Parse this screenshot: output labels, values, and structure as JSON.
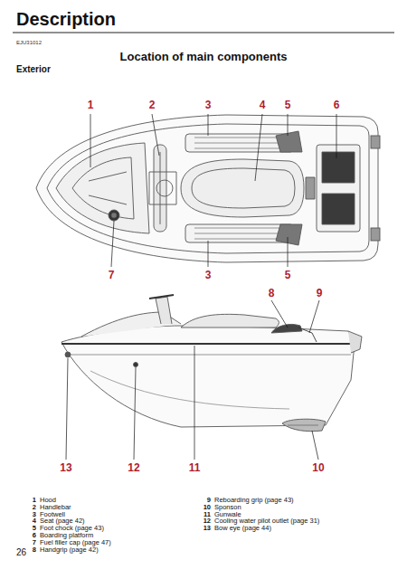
{
  "diagram": {
    "title": "Location of main components",
    "labels": [
      "Description",
      "EJU31012",
      "Exterior",
      "1",
      "2",
      "3",
      "4",
      "5",
      "6",
      "7",
      "3",
      "5",
      "8",
      "9",
      "13",
      "12",
      "11",
      "10",
      "1",
      "Hood",
      "2",
      "Handlebar",
      "3",
      "Footwell",
      "4",
      "Seat (page 42)",
      "5",
      "Foot chock (page 43)",
      "6",
      "Boarding platform",
      "7",
      "Fuel filler cap (page 47)",
      "8",
      "Handgrip (page 42)",
      "9",
      "Reboarding grip (page 43)",
      "10",
      "Sponson",
      "11",
      "Gunwale",
      "12",
      "Cooling water pilot outlet (page 31)",
      "13",
      "Bow eye (page 44)",
      "26"
    ]
  }
}
